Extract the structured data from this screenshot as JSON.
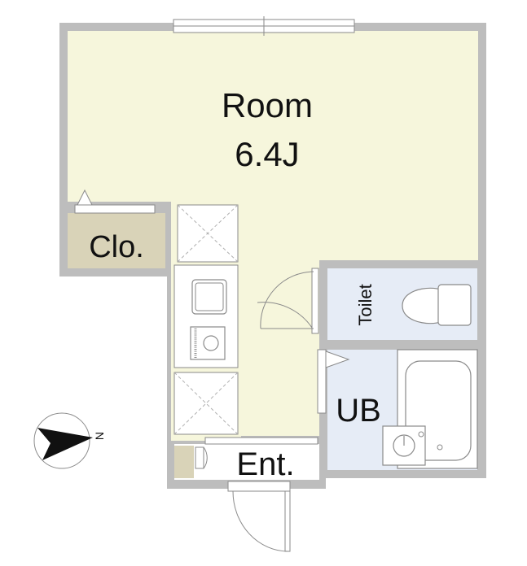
{
  "floorplan": {
    "room_label": "Room",
    "room_size": "6.4J",
    "closet_label": "Clo.",
    "toilet_label": "Toilet",
    "bath_label": "UB",
    "entrance_label": "Ent.",
    "north_label": "N"
  },
  "colors": {
    "wall": "#bdbdbd",
    "room_fill": "#f6f6dc",
    "closet_fill": "#d9d3b8",
    "wet_fill": "#e6ecf6",
    "entry_fill": "#d9d3b8",
    "line": "#8a8a8a"
  }
}
